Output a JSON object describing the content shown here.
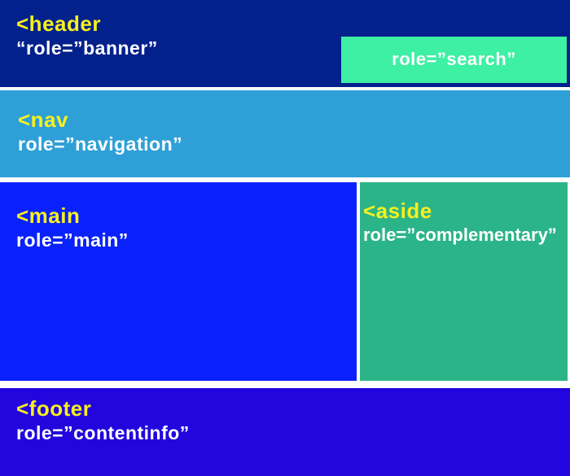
{
  "diagram": {
    "title_implied": "HTML5 landmark regions",
    "background": "#FFFFFF",
    "text_colors": {
      "tag_yellow": "#F7F01D",
      "role_white": "#FFFFFF"
    },
    "header": {
      "tag": "<header",
      "role": "“role=”banner”",
      "bg": "#03218C"
    },
    "search": {
      "role": "role=”search”",
      "bg": "#3DF0A4"
    },
    "nav": {
      "tag": "<nav",
      "role": "role=”navigation”",
      "bg": "#2EA0D7"
    },
    "main": {
      "tag": "<main",
      "role": "role=”main”",
      "bg": "#0921FB"
    },
    "aside": {
      "tag": "<aside",
      "role": "role=”complementary”",
      "bg": "#2BB488"
    },
    "footer": {
      "tag": "<footer",
      "role": "role=”contentinfo”",
      "bg": "#2206DD"
    }
  }
}
